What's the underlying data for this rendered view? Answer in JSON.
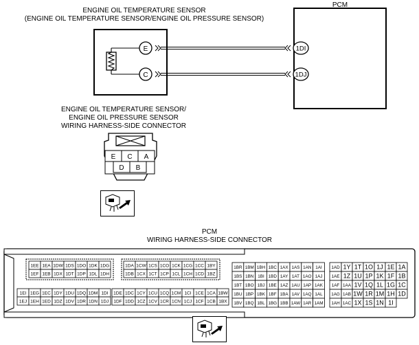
{
  "sensor": {
    "title_line1": "ENGINE OIL TEMPERATURE SENSOR",
    "title_line2": "(ENGINE OIL TEMPERATURE SENSOR/ENGINE OIL PRESSURE SENSOR)",
    "pin_top": "E",
    "pin_bottom": "C"
  },
  "pcm": {
    "title": "PCM",
    "pin_top": "1DI",
    "pin_bottom": "1DJ"
  },
  "sensor_connector": {
    "title_line1": "ENGINE OIL TEMPERATURE SENSOR/",
    "title_line2": "ENGINE OIL PRESSURE SENSOR",
    "title_line3": "WIRING HARNESS-SIDE CONNECTOR",
    "pins_row1": [
      "E",
      "C",
      "A"
    ],
    "pins_row2": [
      "D",
      "B"
    ]
  },
  "pcm_connector": {
    "title_line1": "PCM",
    "title_line2": "WIRING HARNESS-SIDE CONNECTOR",
    "block1": {
      "rows": [
        [
          "1EE",
          "1EA",
          "1DW",
          "1DS",
          "1DO",
          "1DK",
          "1DG"
        ],
        [
          "1EF",
          "1EB",
          "1DX",
          "1DT",
          "1DP",
          "1DL",
          "1DH"
        ],
        [
          "1EI",
          "1EG",
          "1EC",
          "1DY",
          "1DU",
          "1DQ",
          "1DM",
          "1DI"
        ],
        [
          "1EJ",
          "1EH",
          "1ED",
          "1DZ",
          "1DV",
          "1DR",
          "1DN",
          "1DJ"
        ]
      ]
    },
    "block2": {
      "rows": [
        [
          "1DA",
          "1CW",
          "1CS",
          "1CO",
          "1CK",
          "1CG",
          "1CC",
          "1BY"
        ],
        [
          "1DB",
          "1CX",
          "1CT",
          "1CP",
          "1CL",
          "1CH",
          "1CD",
          "1BZ"
        ],
        [
          "1DE",
          "1DC",
          "1CY",
          "1CU",
          "1CQ",
          "1CM",
          "1CI",
          "1CE",
          "1CA",
          "1BW"
        ],
        [
          "1DF",
          "1DD",
          "1CZ",
          "1CV",
          "1CR",
          "1CN",
          "1CJ",
          "1CF",
          "1CB",
          "1BX"
        ]
      ]
    },
    "block3": {
      "rows": [
        [
          "1BR",
          "1BM",
          "1BH",
          "1BC",
          "1AX",
          "1AS",
          "1AN",
          "1AI"
        ],
        [
          "1BS",
          "1BN",
          "1BI",
          "1BD",
          "1AY",
          "1AT",
          "1AO",
          "1AJ"
        ],
        [
          "1BT",
          "1BO",
          "1BJ",
          "1BE",
          "1AZ",
          "1AU",
          "1AP",
          "1AK"
        ],
        [
          "1BU",
          "1BP",
          "1BK",
          "1BF",
          "1BA",
          "1AV",
          "1AQ",
          "1AL"
        ],
        [
          "1BV",
          "1BQ",
          "1BL",
          "1BG",
          "1BB",
          "1AW",
          "1AR",
          "1AM"
        ]
      ]
    },
    "block4": {
      "rows": [
        [
          "1AD",
          "1Y",
          "1T",
          "1O",
          "1J",
          "1E",
          "1A"
        ],
        [
          "1AE",
          "1Z",
          "1U",
          "1P",
          "1K",
          "1F",
          "1B"
        ],
        [
          "1AF",
          "1AA",
          "1V",
          "1Q",
          "1L",
          "1G",
          "1C"
        ],
        [
          "1AG",
          "1AB",
          "1W",
          "1R",
          "1M",
          "1H",
          "1D"
        ],
        [
          "1AH",
          "1AC",
          "1X",
          "1S",
          "1N",
          "1I",
          ""
        ]
      ]
    }
  }
}
